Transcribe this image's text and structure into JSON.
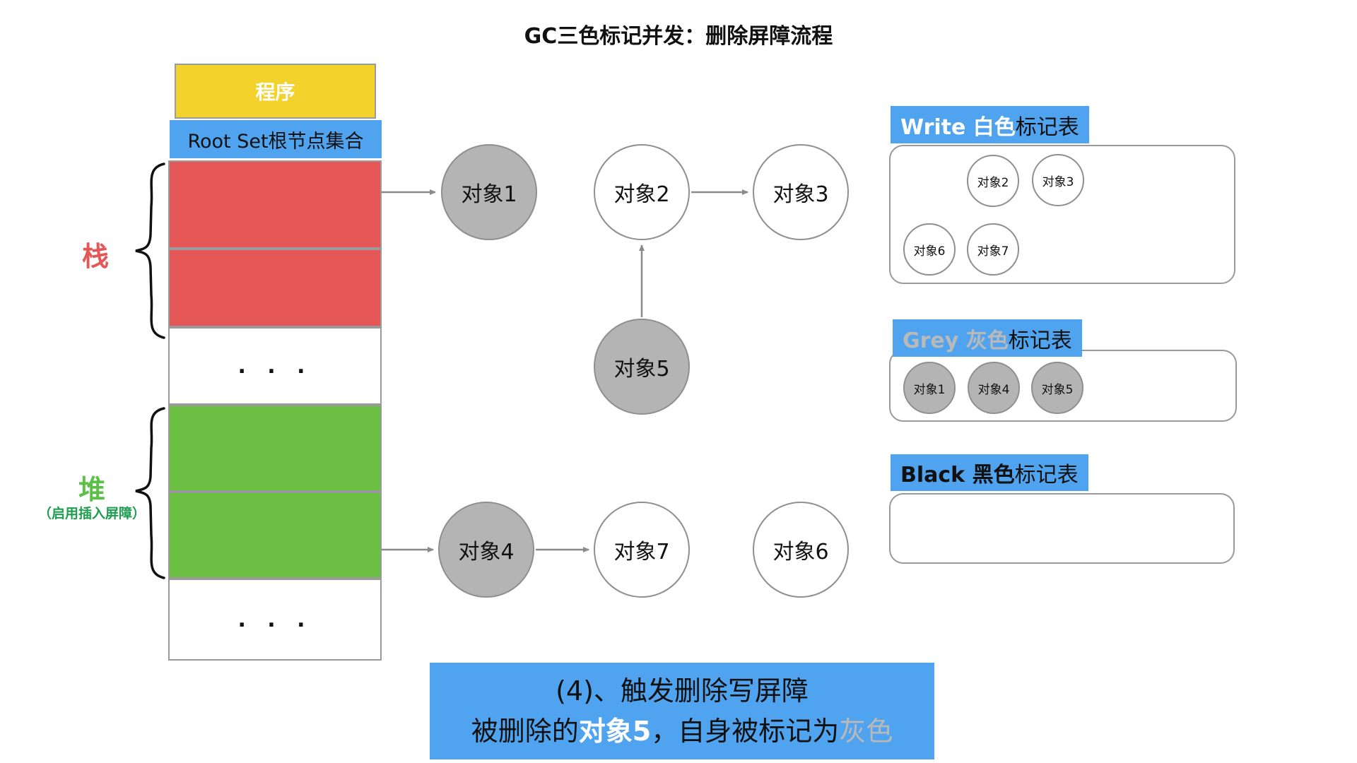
{
  "title": "GC三色标记并发：删除屏障流程",
  "memory_column": {
    "program": "程序",
    "root_set": "Root Set根节点集合",
    "stack_label": "栈",
    "heap_label": "堆",
    "heap_note": "（启用插入屏障）",
    "ellipsis_top": ". . .",
    "ellipsis_bottom": ". . ."
  },
  "object_graph": {
    "nodes": [
      {
        "label": "对象1",
        "state": "grey"
      },
      {
        "label": "对象2",
        "state": "white"
      },
      {
        "label": "对象3",
        "state": "white"
      },
      {
        "label": "对象5",
        "state": "grey"
      },
      {
        "label": "对象4",
        "state": "grey"
      },
      {
        "label": "对象7",
        "state": "white"
      },
      {
        "label": "对象6",
        "state": "white"
      }
    ],
    "edges": [
      "root-set-red → 对象1",
      "对象2 → 对象3",
      "对象5 → 对象2",
      "heap-green → 对象4",
      "对象4 → 对象7"
    ]
  },
  "mark_tables": {
    "white": {
      "title_prefix": "Write 白色",
      "title_suffix": "标记表",
      "items": [
        "对象2",
        "对象3",
        "对象6",
        "对象7"
      ]
    },
    "grey": {
      "title_prefix": "Grey 灰色",
      "title_suffix": "标记表",
      "items": [
        "对象1",
        "对象4",
        "对象5"
      ]
    },
    "black": {
      "title_prefix": "Black 黑色",
      "title_suffix": "标记表",
      "items": []
    }
  },
  "caption": {
    "line1": "(4)、触发删除写屏障",
    "line2": [
      {
        "text": "被删除的"
      },
      {
        "text": "对象5"
      },
      {
        "text": "，自身被标记为"
      },
      {
        "text": "灰色"
      }
    ]
  },
  "colors": {
    "blue": "#4fa3ef",
    "yellow": "#f3d32b",
    "red": "#e55757",
    "green": "#6bbf43",
    "grey_node_fill": "#b4b4b4",
    "grey_header_text": "#b9b9b9"
  }
}
